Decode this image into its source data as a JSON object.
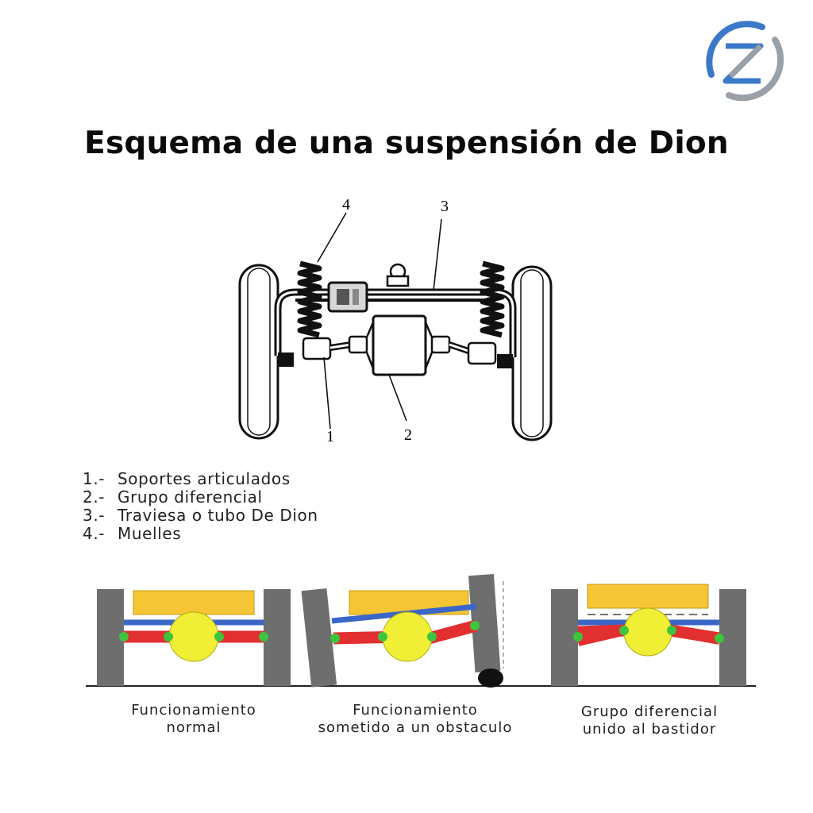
{
  "title": "Esquema de una suspensión de Dion",
  "logo": {
    "name": "Z-logo",
    "color_primary": "#3b78c8",
    "color_secondary": "#9aa0a8"
  },
  "callouts": {
    "c1": "1",
    "c2": "2",
    "c3": "3",
    "c4": "4"
  },
  "legend": [
    {
      "num": "1.-",
      "label": "Soportes articulados"
    },
    {
      "num": "2.-",
      "label": "Grupo diferencial"
    },
    {
      "num": "3.-",
      "label": "Traviesa o tubo De Dion"
    },
    {
      "num": "4.-",
      "label": "Muelles"
    }
  ],
  "scenarios": [
    {
      "line1": "Funcionamiento",
      "line2": "normal"
    },
    {
      "line1": "Funcionamiento",
      "line2": "sometido a un obstaculo"
    },
    {
      "line1": "Grupo diferencial",
      "line2": "unido al bastidor"
    }
  ],
  "colors": {
    "wheel": "#6e6e6e",
    "chassis": "#f5c535",
    "axle": "#3a67c7",
    "shaft": "#e22f2f",
    "differential": "#f0ee35",
    "joint": "#3ec43e"
  }
}
